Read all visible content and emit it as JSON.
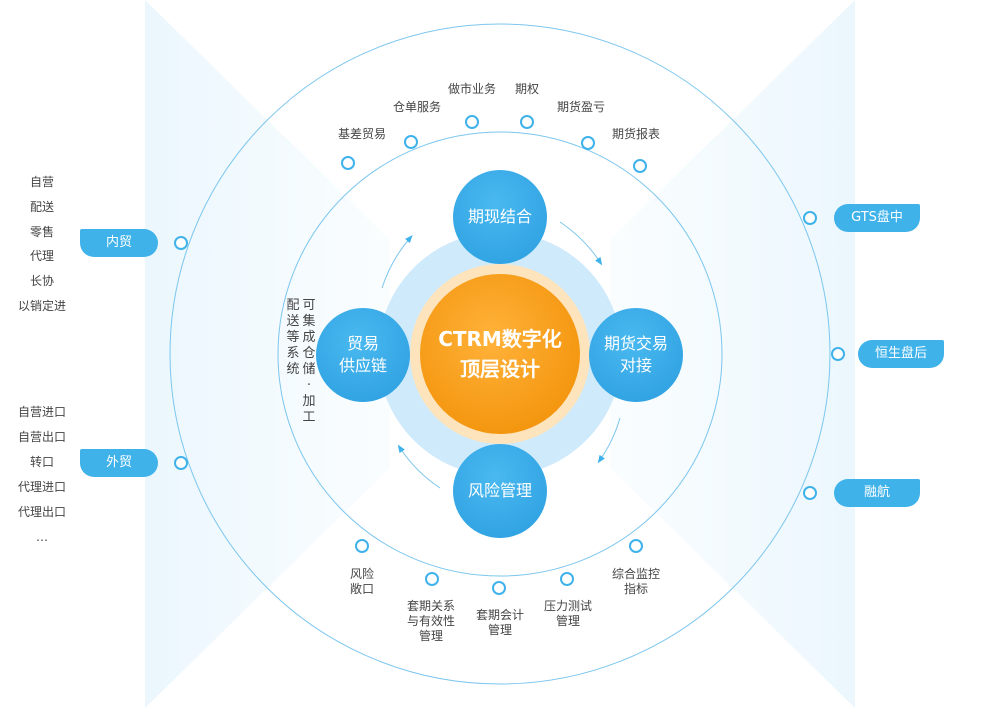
{
  "core": {
    "text": "CTRM数字化\n顶层设计",
    "color": "#f39a12"
  },
  "nodes": {
    "top": "期现结合",
    "left": "贸易\n供应链",
    "right": "期货交易\n对接",
    "bottom": "风险管理"
  },
  "vertical_note": {
    "col1": "可集成仓储·加工",
    "col2": "配送等系统"
  },
  "top_arc": {
    "basis_trade": "基差贸易",
    "warehouse_receipt": "仓单服务",
    "market_making": "做市业务",
    "options": "期权",
    "futures_pnl": "期货盈亏",
    "futures_report": "期货报表"
  },
  "bottom_arc": {
    "risk_exposure": "风险\n敞口",
    "hedge_relation": "套期关系\n与有效性\n管理",
    "hedge_accounting": "套期会计\n管理",
    "stress_test": "压力测试\n管理",
    "monitoring": "综合监控\n指标"
  },
  "left_tags": {
    "domestic": "内贸",
    "foreign": "外贸"
  },
  "domestic_items": [
    "自营",
    "配送",
    "零售",
    "代理",
    "长协",
    "以销定进"
  ],
  "foreign_items": [
    "自营进口",
    "自营出口",
    "转口",
    "代理进口",
    "代理出口",
    "…"
  ],
  "right_tags": {
    "gts": "GTS盘中",
    "hang_seng": "恒生盘后",
    "ronghang": "融航"
  },
  "colors": {
    "accent": "#3fb2ea",
    "node": "#36a8e6",
    "line": "#7cc6ee",
    "core": "#f39a12"
  }
}
